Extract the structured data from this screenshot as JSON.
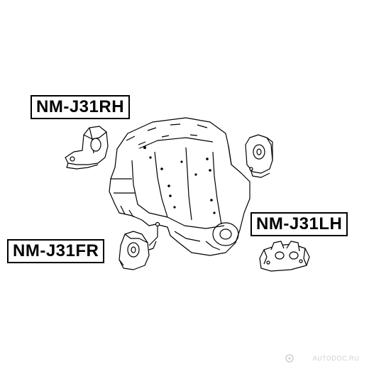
{
  "labels": {
    "rh": "NM-J31RH",
    "fr": "NM-J31FR",
    "lh": "NM-J31LH"
  },
  "watermark": {
    "text": "AUTODOC.RU"
  },
  "colors": {
    "line": "#000000",
    "background": "#ffffff",
    "watermark": "#cfcfcf"
  }
}
